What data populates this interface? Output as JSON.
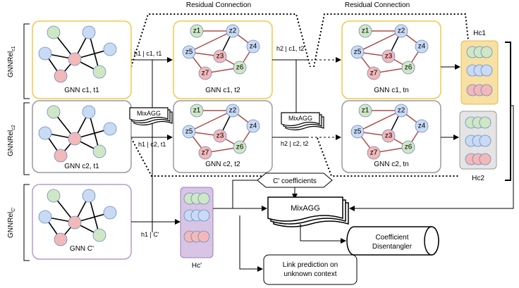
{
  "labels": {
    "residual_1": "Residual Connection",
    "residual_2": "Residual Connection",
    "row_c1": "GNNRel",
    "row_c1_sub": "c1",
    "row_c2": "GNNRel",
    "row_c2_sub": "c2",
    "row_c": "GNNRel",
    "row_c_sub": "C'"
  },
  "gnn_boxes": {
    "c1_t1": "GNN c1, t1",
    "c1_t2": "GNN c1, t2",
    "c1_tn": "GNN c1, tn",
    "c2_t1": "GNN c2, t1",
    "c2_t2": "GNN c2, t2",
    "c2_tn": "GNN c2, tn",
    "c": "GNN C'"
  },
  "edge_labels": {
    "h1_c1": "h1 | c1, t1",
    "h2_c1": "h2 | c1, t2",
    "h1_c2": "h1 | c2, t1",
    "h2_c2": "h2 | c2, t2",
    "h1_c": "h1 | C'"
  },
  "node_labels": [
    "z1",
    "z2",
    "z3",
    "z4",
    "z5",
    "z6",
    "z7"
  ],
  "mixagg": {
    "small_1": "MixAGG",
    "small_2": "MixAGG",
    "main": "MixAGG"
  },
  "coefficients": "C' coefficients",
  "outputs": {
    "H_c1": "Hc1",
    "H_c2": "Hc2",
    "H_c": "Hc'"
  },
  "disentangler": "Coefficient\nDisentangler",
  "link_prediction": "Link prediction on\nunknown context",
  "colors": {
    "node_green": "#cfe7c4",
    "node_blue": "#c9daf5",
    "node_red": "#f3b8b8",
    "edge_red": "#b04a4a",
    "box_orange": "#f2c84b",
    "box_grey": "#9a9a9a",
    "box_purple": "#b59bd0",
    "fill_orange": "#f7e0a3",
    "fill_grey": "#e4e4e4",
    "fill_purple": "#d8c5e6"
  }
}
